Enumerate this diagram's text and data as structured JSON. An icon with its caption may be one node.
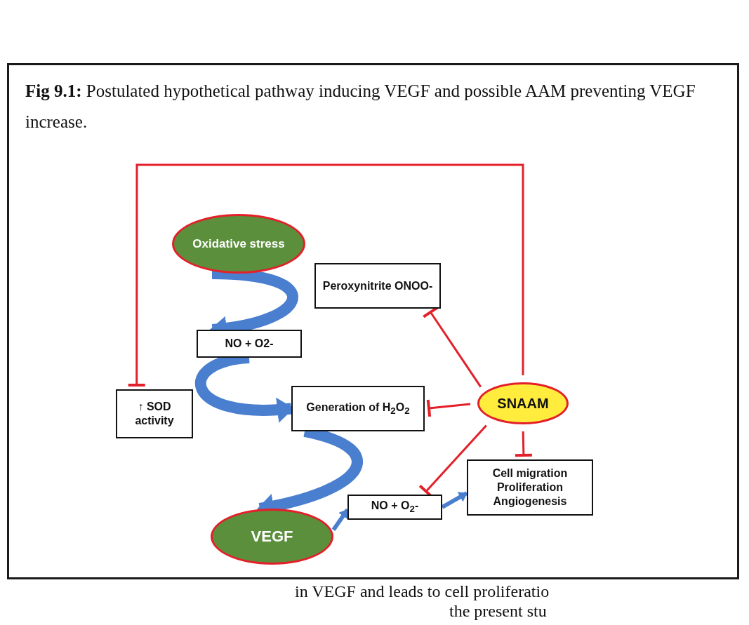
{
  "diagram": {
    "title": "**Fig 9.1:** Postulated hypothetical pathway inducing VEGF and possible AAM preventing VEGF increase.",
    "nodes": [
      {
        "text": [
          "Oxidative stress"
        ]
      },
      {
        "text": [
          "Peroxynitrite ONOO-"
        ]
      },
      {
        "text": [
          "NO + O2-"
        ]
      },
      {
        "text": [
          "↑ SOD activity"
        ]
      },
      {
        "text": [
          "Generation of H$_{2}$O$_{2}$"
        ]
      },
      {
        "text": [
          "SNAAM"
        ]
      },
      {
        "text": [
          "VEGF"
        ]
      },
      {
        "text": [
          "NO + O$_{2}$-"
        ]
      },
      {
        "text": [
          "Cell migration Proliferation Angiogenesis"
        ]
      }
    ],
    "edges": [
      {
        "from": 0,
        "to": 2,
        "arrow": "to",
        "style": "thick",
        "color": "#4a7fcf"
      },
      {
        "from": 2,
        "to": 4,
        "arrow": "to",
        "style": "thick",
        "color": "#4a7fcf"
      },
      {
        "from": 4,
        "to": 6,
        "arrow": "to",
        "style": "thick",
        "color": "#4a7fcf"
      },
      {
        "from": 6,
        "to": 7,
        "arrow": "to",
        "style": "thick",
        "color": "#4a7fcf"
      },
      {
        "from": 7,
        "to": 8,
        "arrow": "to",
        "style": "thick",
        "color": "#4a7fcf"
      },
      {
        "from": 5,
        "to": 3,
        "arrow": "other",
        "color": "#e3202a"
      },
      {
        "from": 5,
        "to": 1,
        "arrow": "other",
        "color": "#e3202a"
      },
      {
        "from": 5,
        "to": 4,
        "arrow": "other",
        "color": "#e3202a"
      },
      {
        "from": 5,
        "to": 7,
        "arrow": "other",
        "color": "#e3202a"
      },
      {
        "from": 5,
        "to": 8,
        "arrow": "other",
        "color": "#e3202a"
      }
    ],
    "labels": [
      "in VEGF and leads to cell proliferatio",
      "the present stu"
    ]
  }
}
